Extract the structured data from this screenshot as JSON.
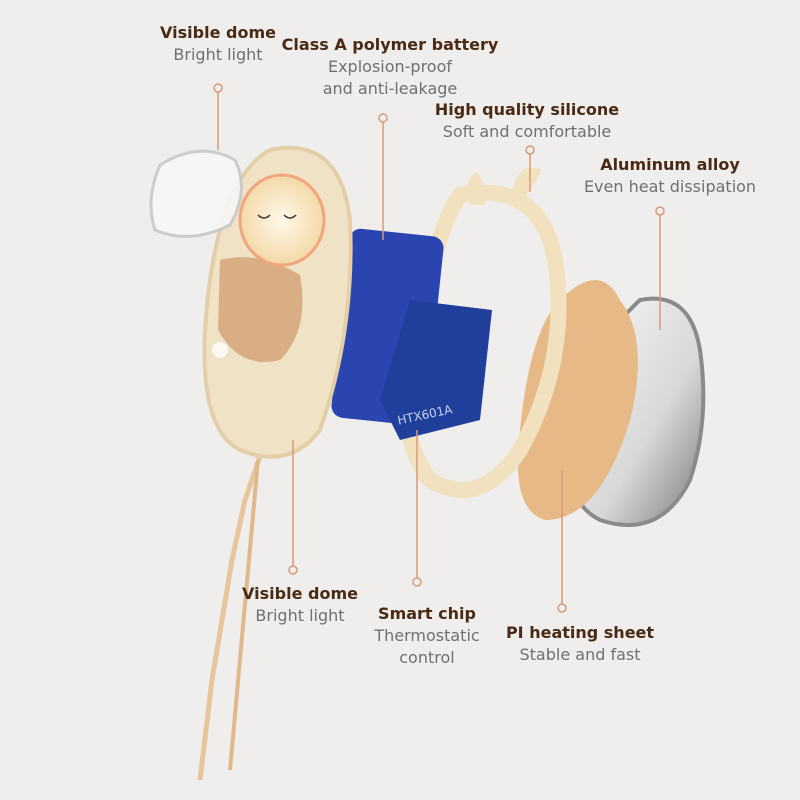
{
  "colors": {
    "background": "#efeeec",
    "title": "#4a2a14",
    "subtitle": "#707070",
    "leader": "#d89a78",
    "pcb": "#1f3f9a",
    "battery": "#2b45b0",
    "shell": "#f0e2c4"
  },
  "pcb_label": "HTX601A",
  "callouts": [
    {
      "title": "Visible dome",
      "lines": [
        "Bright light"
      ]
    },
    {
      "title": "Class A polymer battery",
      "lines": [
        "Explosion-proof",
        "and anti-leakage"
      ]
    },
    {
      "title": "High quality silicone",
      "lines": [
        "Soft and comfortable"
      ]
    },
    {
      "title": "Aluminum alloy",
      "lines": [
        "Even heat dissipation"
      ]
    },
    {
      "title": "Visible dome",
      "lines": [
        "Bright light"
      ]
    },
    {
      "title": "Smart chip",
      "lines": [
        "Thermostatic",
        "control"
      ]
    },
    {
      "title": "PI heating sheet",
      "lines": [
        "Stable and fast"
      ]
    }
  ]
}
